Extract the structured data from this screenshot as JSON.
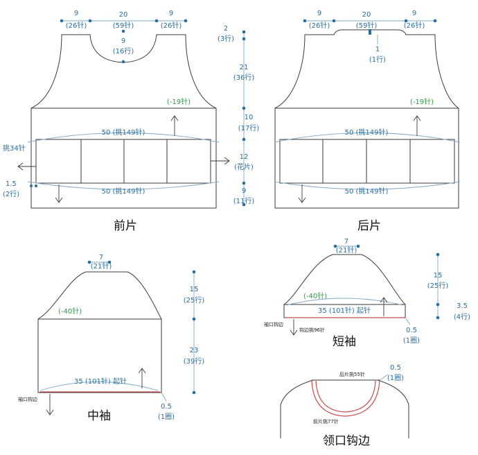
{
  "front": {
    "title": "前片",
    "top_dims": [
      {
        "num": "9",
        "sub": "(26针)"
      },
      {
        "num": "20",
        "sub": "(59针)"
      },
      {
        "num": "9",
        "sub": "(26针)"
      }
    ],
    "neck_depth": {
      "num": "9",
      "sub": "(16行)"
    },
    "armhole_dec": "(-19针)",
    "band_top": "50 (挑149针)",
    "band_bottom": "50 (挑149针)",
    "side_pick": "挑34针",
    "edge": {
      "num": "1.5",
      "sub": "(2行)"
    }
  },
  "vertical_scale": [
    {
      "num": "2",
      "sub": "(3行)"
    },
    {
      "num": "21",
      "sub": "(36行)"
    },
    {
      "num": "10",
      "sub": "(17行)"
    },
    {
      "num": "12",
      "sub": "(花片)"
    },
    {
      "num": "9",
      "sub": "(11行)"
    }
  ],
  "back": {
    "title": "后片",
    "top_dims": [
      {
        "num": "9",
        "sub": "(26针)"
      },
      {
        "num": "20",
        "sub": "(59针)"
      },
      {
        "num": "9",
        "sub": "(26针)"
      }
    ],
    "neck_depth": {
      "num": "1",
      "sub": "(1行)"
    },
    "armhole_dec": "(-19针)",
    "band_top": "50 (挑149针)",
    "band_bottom": "50 (挑149针)"
  },
  "mid_sleeve": {
    "title": "中袖",
    "top": {
      "num": "7",
      "sub": "(21针)"
    },
    "cap_dec": "(-40针)",
    "cast_on": "35 (101针) 起针",
    "cuff_label": "袖口钩边",
    "heights": [
      {
        "num": "15",
        "sub": "(25行)"
      },
      {
        "num": "23",
        "sub": "(39行)"
      }
    ],
    "edge": {
      "num": "0.5",
      "sub": "(1圈)"
    }
  },
  "short_sleeve": {
    "title": "短袖",
    "top": {
      "num": "7",
      "sub": "(21针)"
    },
    "cap_dec": "(-40针)",
    "cast_on": "35 (101针) 起针",
    "cuff_label": "袖口钩边",
    "pick_label": "钩边挑96针",
    "heights": [
      {
        "num": "15",
        "sub": "(25行)"
      },
      {
        "num": "3.5",
        "sub": "(4行)"
      }
    ],
    "edge": {
      "num": "0.5",
      "sub": "(1圈)"
    }
  },
  "neck": {
    "title": "领口钩边",
    "back_pick": "后片挑55针",
    "front_pick": "前片挑77针",
    "edge": {
      "num": "0.5",
      "sub": "(1圈)"
    }
  },
  "colors": {
    "line": "#3a3a3a",
    "blue": "#2a6e9b",
    "green": "#2e9a45",
    "red": "#c94a4a"
  }
}
